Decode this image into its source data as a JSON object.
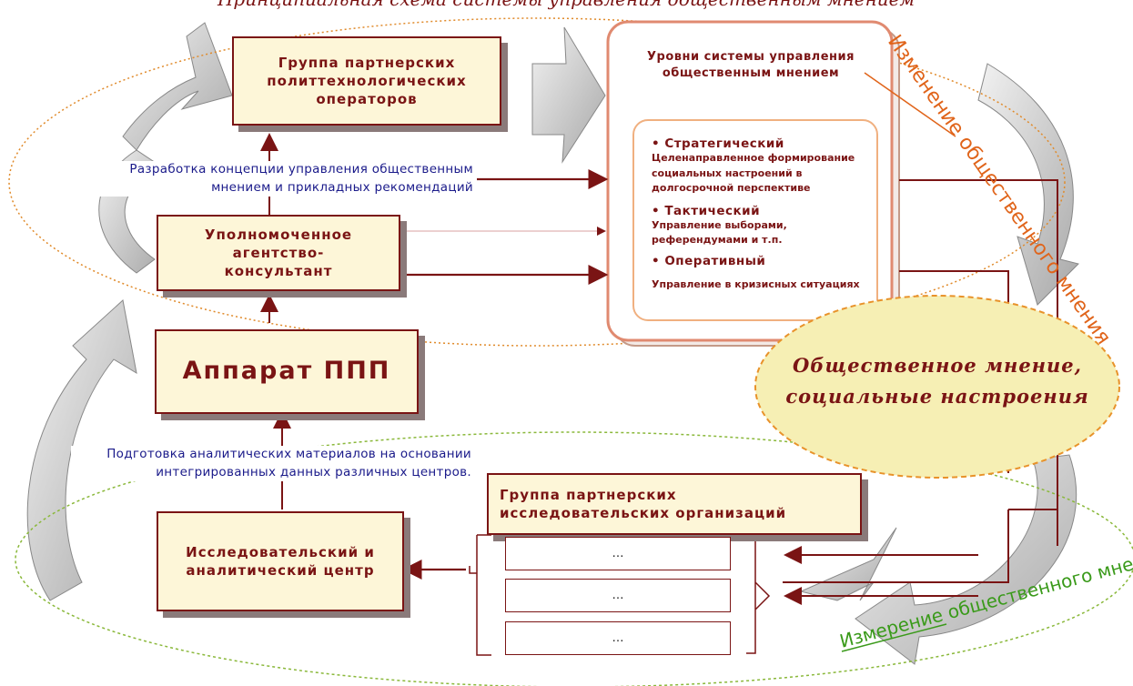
{
  "title": "Принципиальная схема системы управления общественным мнением",
  "boxes": {
    "partner_operators": "Группа партнерских политтехнологических операторов",
    "agency": "Уполномоченное агентство-консультант",
    "apparatus": "Аппарат ППП",
    "research_center": "Исследовательский и аналитический центр",
    "research_orgs": "Группа партнерских исследовательских организаций"
  },
  "levels": {
    "title": "Уровни системы управления общественным мнением",
    "strategic": {
      "name": "• Стратегический",
      "desc": "Целенаправленное формирование социальных настроений в долгосрочной перспективе"
    },
    "tactical": {
      "name": "• Тактический",
      "desc": "Управление выборами, референдумами и т.п."
    },
    "operational": {
      "name": "• Оперативный",
      "desc": "Управление в кризисных ситуациях"
    }
  },
  "notes": {
    "concept": "Разработка концепции управления общественным мнением и прикладных рекомендаций",
    "analytics": "Подготовка аналитических материалов на основании интегрированных данных различных центров."
  },
  "ellipse_label": "Общественное мнение, социальные настроения",
  "change_label": "Изменение общественного мнения",
  "measure_label": "Измерение общественного мнения",
  "slots": [
    "…",
    "…",
    "…"
  ],
  "colors": {
    "box_fill": "#fdf6d8",
    "border": "#7a1414",
    "orange": "#e07a1a",
    "green": "#4f9a1e",
    "blue_text": "#1a1a8a"
  }
}
